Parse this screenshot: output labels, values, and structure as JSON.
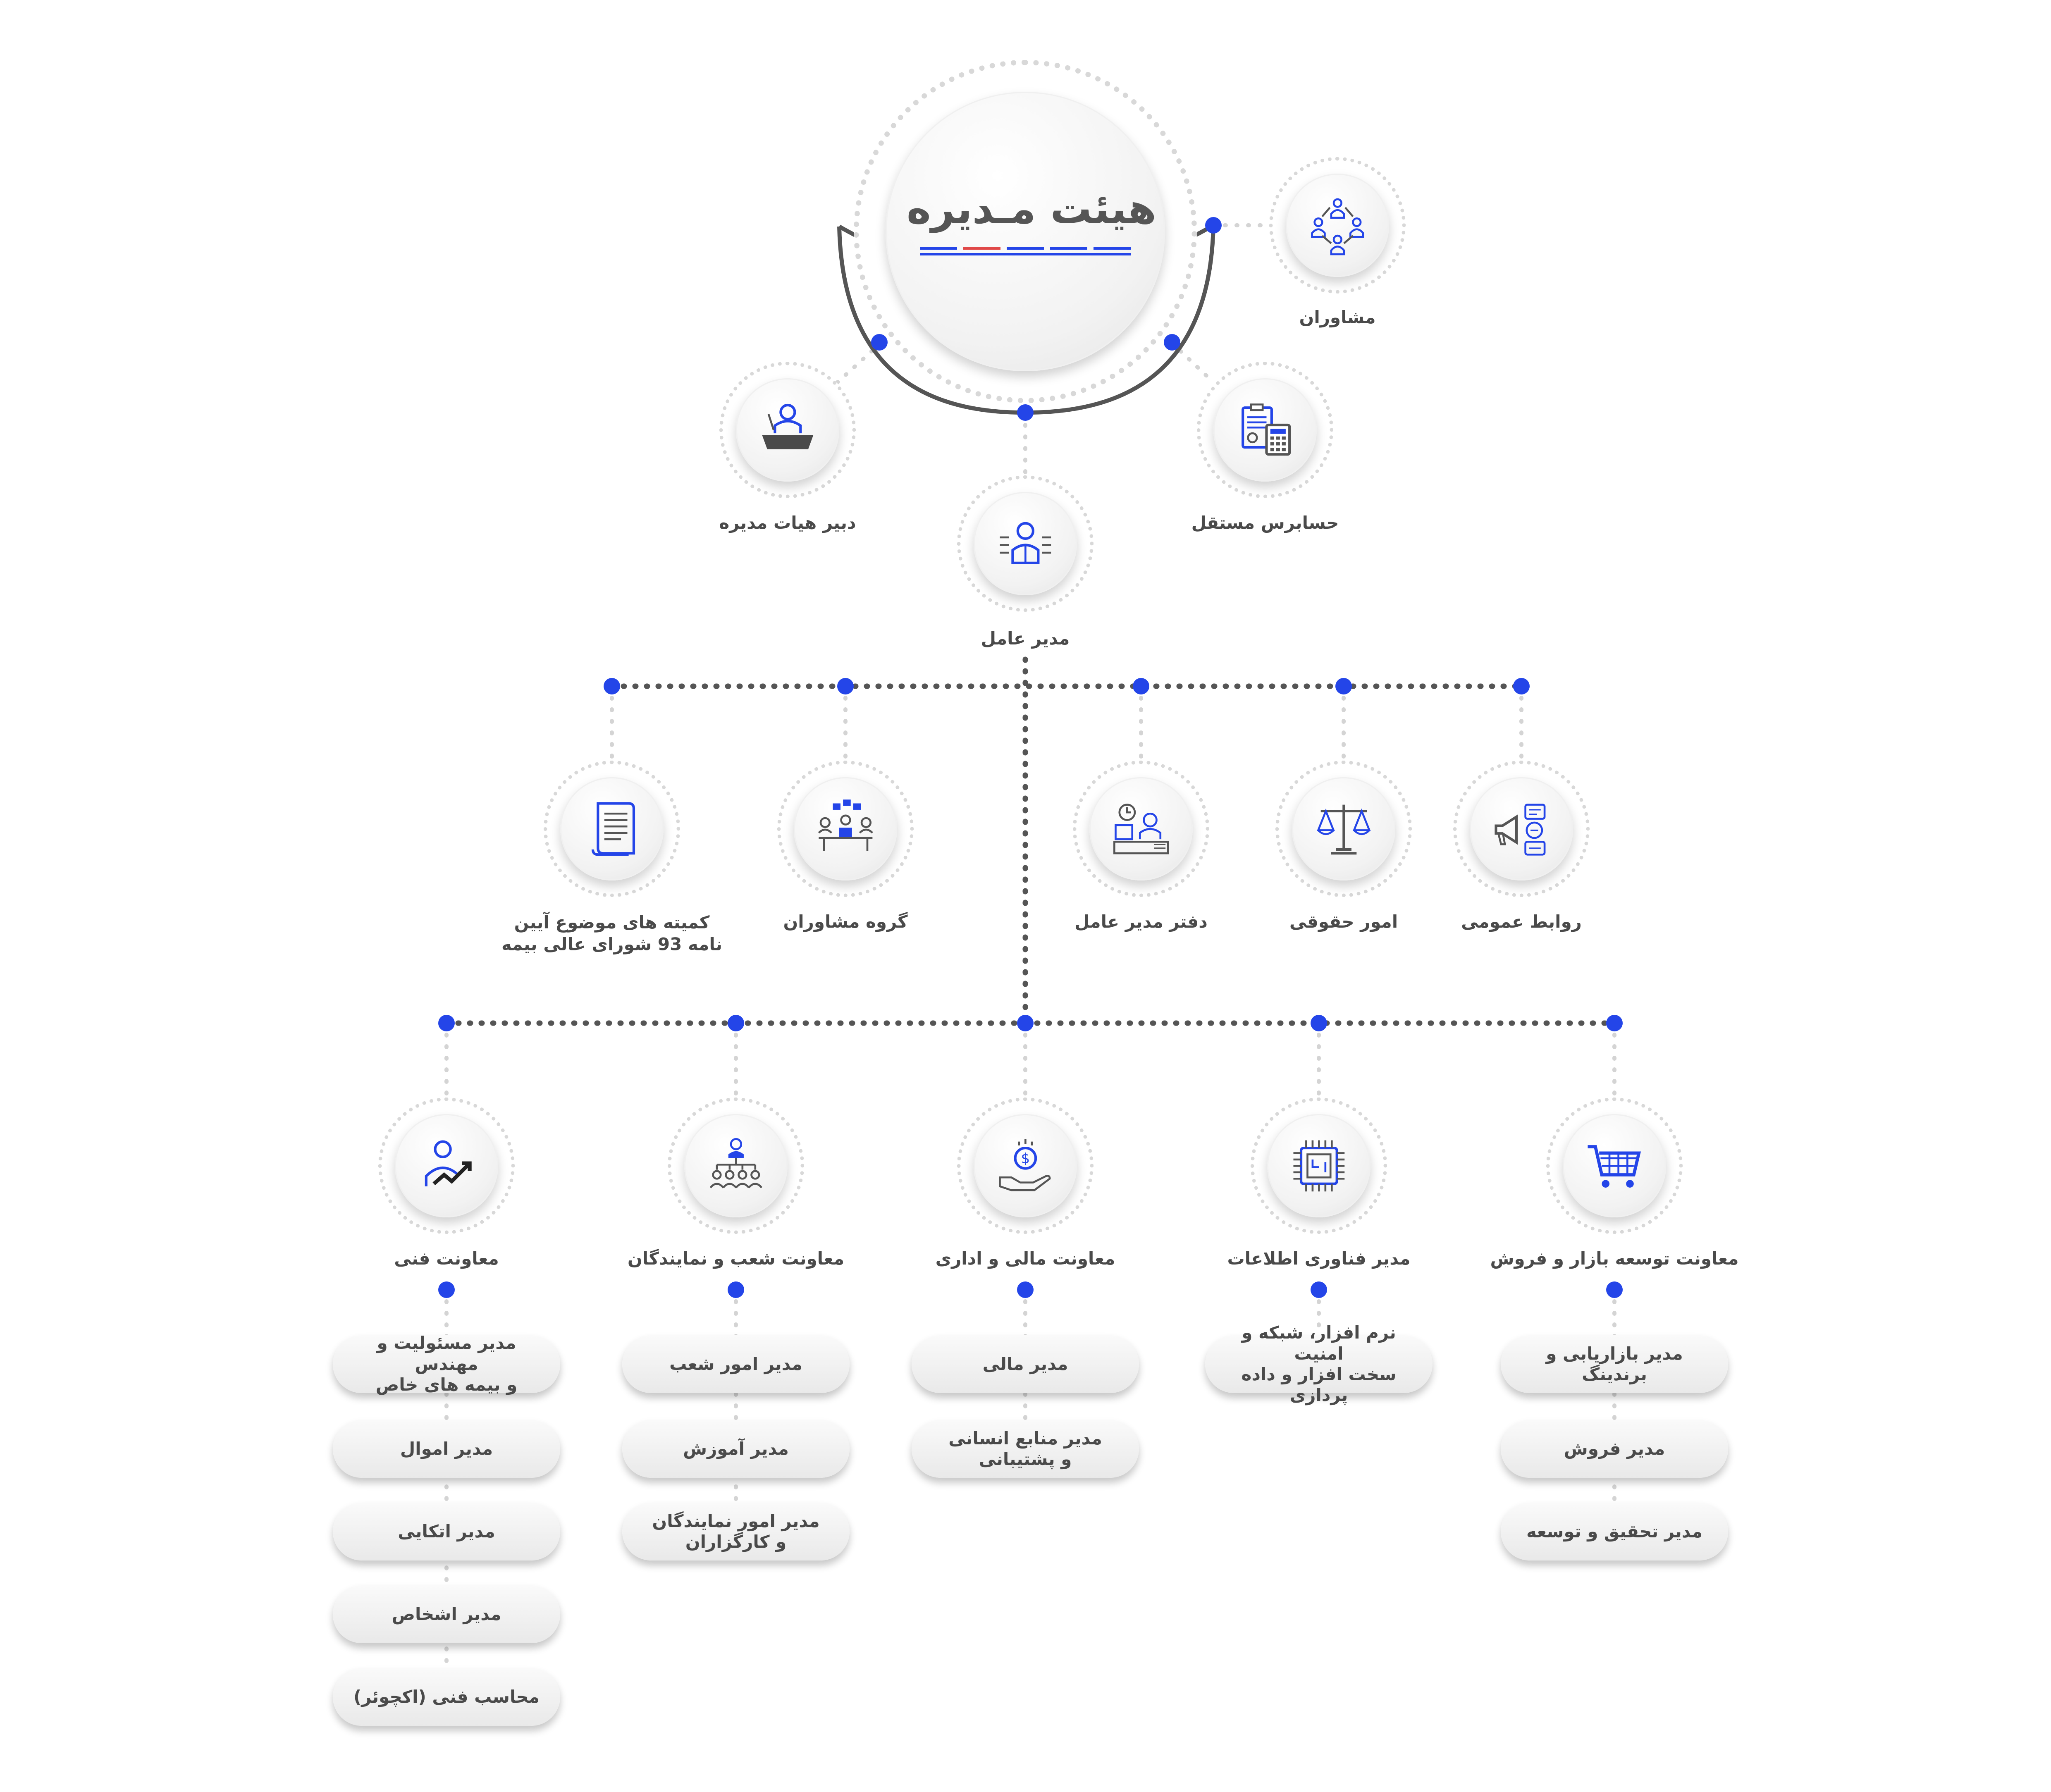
{
  "board": {
    "title": "هیئت مـدیره"
  },
  "colors": {
    "accent": "#2445e8",
    "red": "#e04848",
    "ring": "#d8d8d8",
    "arc": "#555555"
  },
  "top": {
    "advisors": "مشاوران",
    "secretary": "دبیر هیات مدیره",
    "auditor": "حسابرس مستقل",
    "ceo": "مدیر عامل"
  },
  "staff": [
    {
      "label": "روابط عمومی",
      "icon": "megaphone-icon"
    },
    {
      "label": "امور حقوقی",
      "icon": "scales-icon"
    },
    {
      "label": "دفتر مدیر عامل",
      "icon": "office-desk-icon"
    },
    {
      "label": "گروه مشاوران",
      "icon": "meeting-icon"
    },
    {
      "label": "کمیته های موضوع آیین\nنامه 93 شورای عالی بیمه",
      "icon": "scroll-icon"
    }
  ],
  "divisions": [
    {
      "label": "معاونت توسعه بازار و فروش",
      "icon": "cart-icon",
      "items": [
        "مدیر بازاریابی و برندینگ",
        "مدیر فروش",
        "مدیر تحقیق و توسعه"
      ]
    },
    {
      "label": "مدیر فناوری اطلاعات",
      "icon": "chip-icon",
      "items": [
        "نرم افزار، شبکه و امنیت\nسخت افزار و داده پردازی"
      ]
    },
    {
      "label": "معاونت مالی و اداری",
      "icon": "money-hand-icon",
      "items": [
        "مدیر مالی",
        "مدیر منابع انسانی\nو پشتیبانی"
      ]
    },
    {
      "label": "معاونت شعب و نمایندگان",
      "icon": "hierarchy-icon",
      "items": [
        "مدیر امور شعب",
        "مدیر آموزش",
        "مدیر امور نمایندگان\nو کارگزاران"
      ]
    },
    {
      "label": "معاونت فنی",
      "icon": "growth-person-icon",
      "items": [
        "مدیر مسئولیت و مهندس\nو بیمه های خاص",
        "مدیر اموال",
        "مدیر اتکایی",
        "مدیر اشخاص",
        "محاسب فنی (اکچوئر)"
      ]
    }
  ]
}
